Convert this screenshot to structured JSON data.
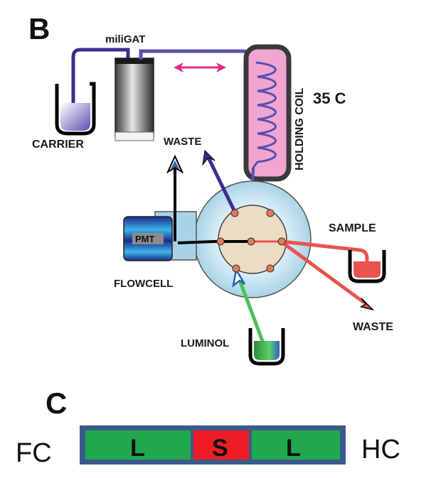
{
  "panel_b": {
    "letter": "B",
    "device_label": "miliGAT",
    "carrier_label": "CARRIER",
    "waste_top_label": "WASTE",
    "holding_coil_label": "HOLDING COIL",
    "temperature_label": "35 C",
    "sample_label": "SAMPLE",
    "pmt_label": "PMT",
    "flowcell_label": "FLOWCELL",
    "waste_right_label": "WASTE",
    "luminol_label": "LUMINOL"
  },
  "panel_c": {
    "letter": "C",
    "left_label": "FC",
    "right_label": "HC",
    "segments": [
      "L",
      "S",
      "L"
    ]
  },
  "colors": {
    "tube_purple": "#3a2f8f",
    "coil_pink": "#f0a6cf",
    "sample_red": "#e8534f",
    "luminol_green": "#4cbf5a",
    "arrow_magenta": "#e0288a",
    "segment_green": "#21a84f",
    "segment_red": "#ee1c24",
    "segment_border": "#3b5a8a"
  }
}
